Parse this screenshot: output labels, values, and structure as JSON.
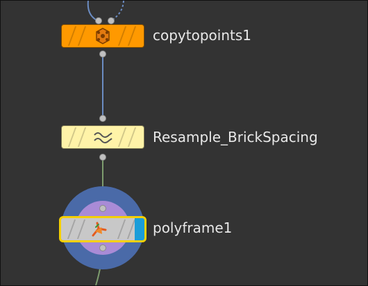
{
  "nodes": [
    {
      "id": "copytopoints",
      "label": "copytopoints1",
      "icon": "copy-to-points-icon",
      "color": "#ff9900"
    },
    {
      "id": "resample",
      "label": "Resample_BrickSpacing",
      "icon": "resample-wave-icon",
      "color": "#fff3a8"
    },
    {
      "id": "polyframe",
      "label": "polyframe1",
      "icon": "polyframe-axes-icon",
      "color": "#c8c8c8",
      "display_flag_color": "#1a9dd9",
      "selected_outline": "#f5d000"
    }
  ],
  "colors": {
    "background": "#333333",
    "wire": "#6b8cc2",
    "wire_green": "#7d9c6e",
    "halo_outer": "#4a6aa8",
    "halo_inner": "#a98bd6"
  }
}
